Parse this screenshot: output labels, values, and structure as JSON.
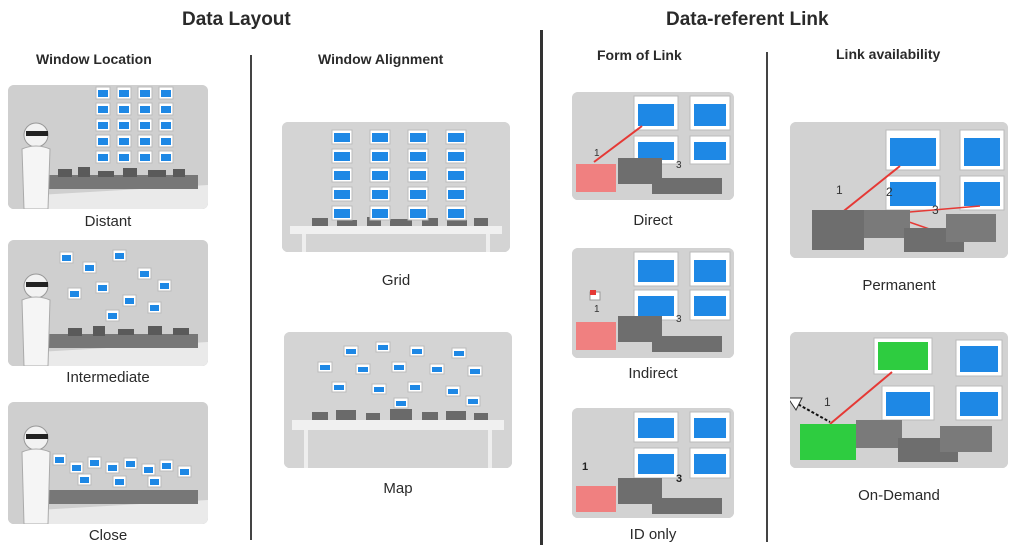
{
  "sections": {
    "data_layout": "Data Layout",
    "data_referent_link": "Data-referent Link"
  },
  "columns": {
    "window_location": {
      "heading": "Window Location",
      "captions": [
        "Distant",
        "Intermediate",
        "Close"
      ]
    },
    "window_alignment": {
      "heading": "Window Alignment",
      "captions": [
        "Grid",
        "Map"
      ]
    },
    "form_of_link": {
      "heading": "Form of Link",
      "captions": [
        "Direct",
        "Indirect",
        "ID only"
      ]
    },
    "link_availability": {
      "heading": "Link availability",
      "captions": [
        "Permanent",
        "On-Demand"
      ]
    }
  },
  "colors": {
    "chart_blue": "#1e88e5",
    "link_red": "#e53935",
    "building_pink": "#f08080",
    "building_green": "#2ecc40",
    "building_gray": "#6e6e6e"
  }
}
